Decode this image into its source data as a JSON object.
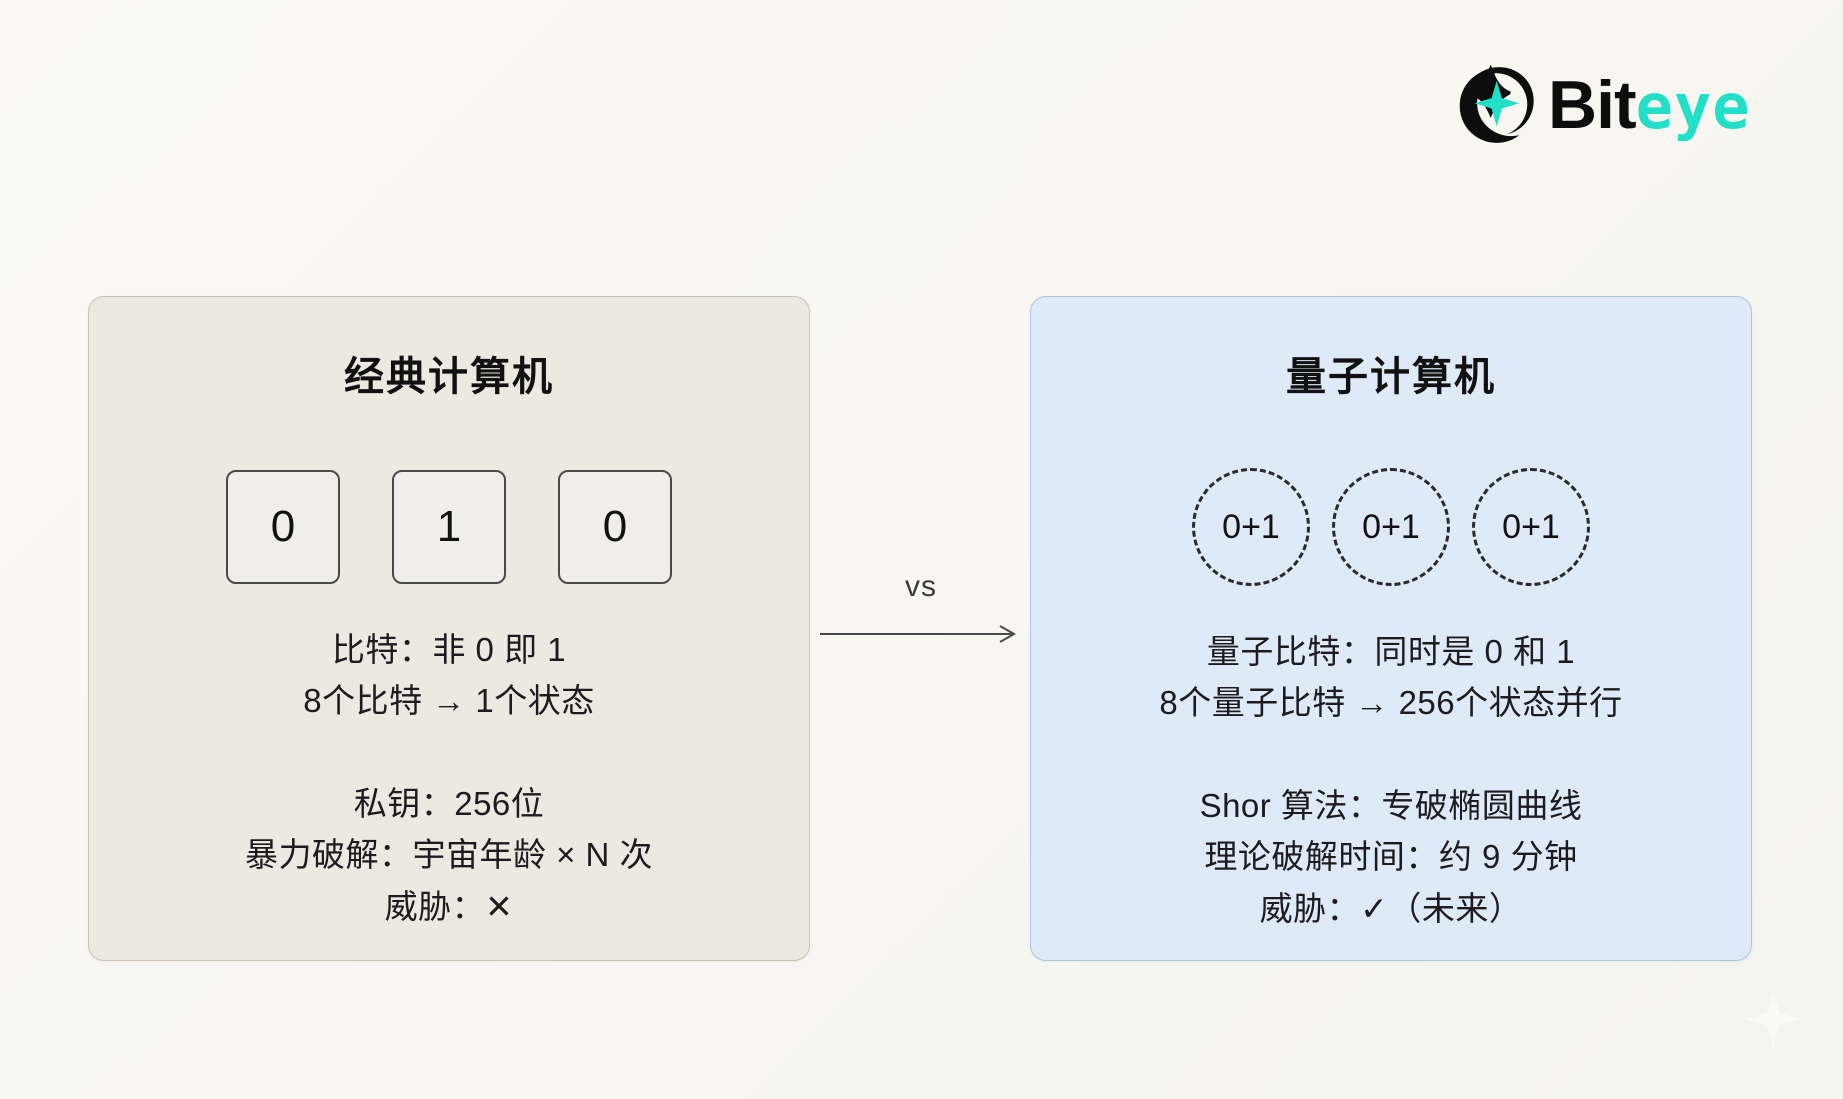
{
  "brand": {
    "name_part1": "Bit",
    "name_part2": "eye",
    "mark_icon": "crescent-star-logo-icon",
    "accent_color": "#22e0c8",
    "text_color": "#0d0d0d"
  },
  "connector": {
    "label": "vs",
    "arrow_icon": "arrow-right-icon"
  },
  "panels": {
    "classical": {
      "title": "经典计算机",
      "bg_color": "#ece9e1",
      "border_color": "#c9c3b4",
      "bits": [
        "0",
        "1",
        "0"
      ],
      "lines_top": [
        "比特：非 0 即 1",
        "8个比特 → 1个状态"
      ],
      "lines_bottom": [
        "私钥：256位",
        "暴力破解：宇宙年龄 × N 次",
        "威胁：✕"
      ]
    },
    "quantum": {
      "title": "量子计算机",
      "bg_color": "#dfeaf8",
      "border_color": "#aac4e2",
      "qubits": [
        "0+1",
        "0+1",
        "0+1"
      ],
      "lines_top": [
        "量子比特：同时是 0 和 1",
        "8个量子比特 → 256个状态并行"
      ],
      "lines_bottom": [
        "Shor 算法：专破椭圆曲线",
        "理论破解时间：约 9 分钟",
        "威胁：✓（未来）"
      ]
    }
  }
}
